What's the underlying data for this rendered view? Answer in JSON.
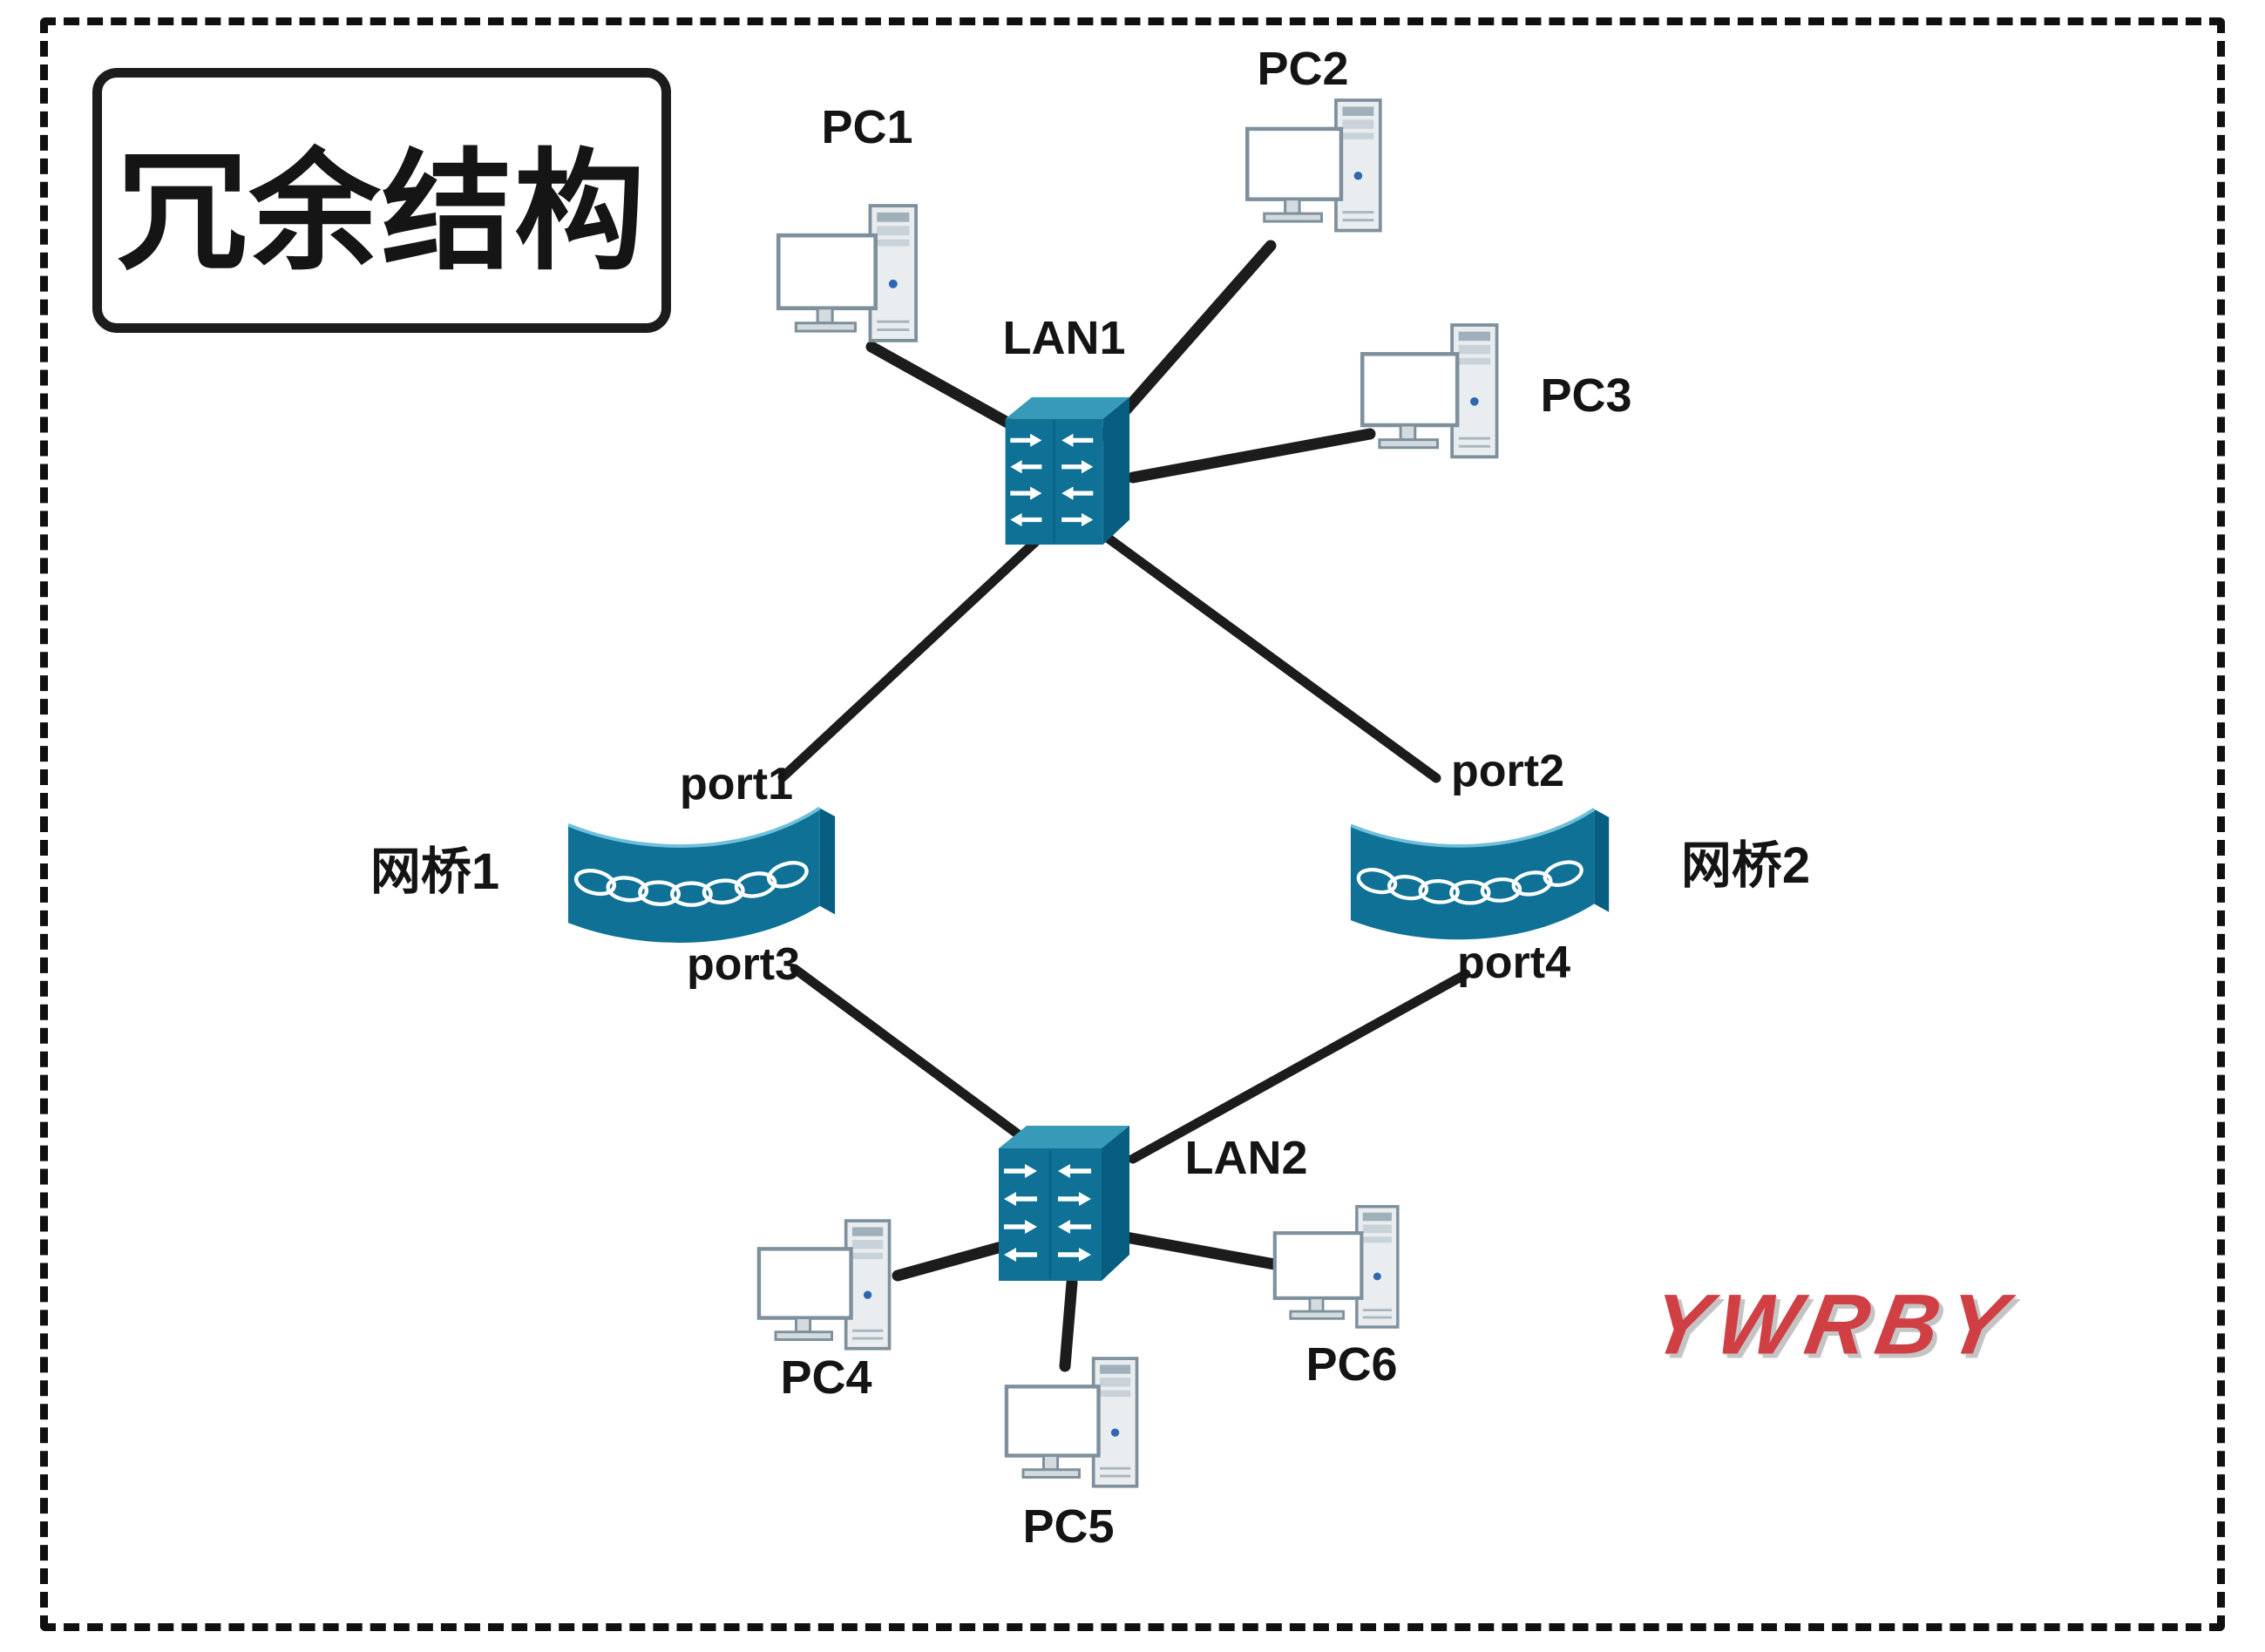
{
  "title": "冗余结构",
  "watermark": "YWRBY",
  "colors": {
    "device": "#0e7195",
    "device_dark": "#085e80",
    "device_light": "#379ab8",
    "line": "#1c1c1c",
    "watermark_red": "#c9252b"
  },
  "lans": {
    "lan1": {
      "label": "LAN1"
    },
    "lan2": {
      "label": "LAN2"
    }
  },
  "bridges": {
    "bridge1": {
      "label": "网桥1",
      "top_port": "port1",
      "bottom_port": "port3"
    },
    "bridge2": {
      "label": "网桥2",
      "top_port": "port2",
      "bottom_port": "port4"
    }
  },
  "pcs": {
    "pc1": {
      "label": "PC1"
    },
    "pc2": {
      "label": "PC2"
    },
    "pc3": {
      "label": "PC3"
    },
    "pc4": {
      "label": "PC4"
    },
    "pc5": {
      "label": "PC5"
    },
    "pc6": {
      "label": "PC6"
    }
  },
  "icons": {
    "pc": "desktop-computer",
    "lan": "workgroup-switch",
    "bridge": "network-bridge"
  },
  "connections": [
    {
      "from": "PC1",
      "to": "LAN1"
    },
    {
      "from": "PC2",
      "to": "LAN1"
    },
    {
      "from": "PC3",
      "to": "LAN1"
    },
    {
      "from": "LAN1",
      "to": "网桥1",
      "port": "port1"
    },
    {
      "from": "LAN1",
      "to": "网桥2",
      "port": "port2"
    },
    {
      "from": "网桥1",
      "to": "LAN2",
      "port": "port3"
    },
    {
      "from": "网桥2",
      "to": "LAN2",
      "port": "port4"
    },
    {
      "from": "LAN2",
      "to": "PC4"
    },
    {
      "from": "LAN2",
      "to": "PC5"
    },
    {
      "from": "LAN2",
      "to": "PC6"
    }
  ]
}
